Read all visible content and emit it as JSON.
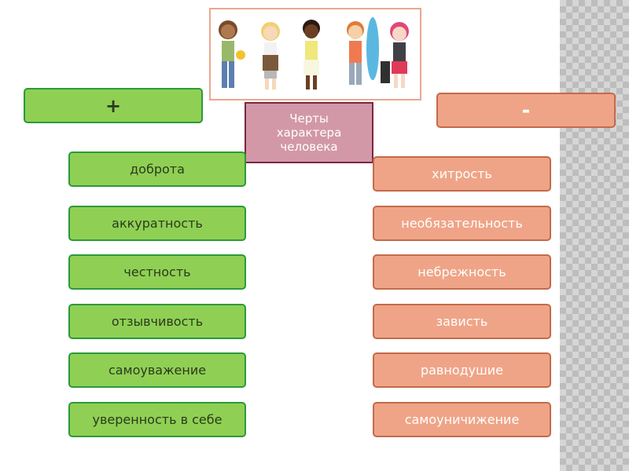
{
  "header": {
    "positive": "+",
    "negative": "-"
  },
  "center": {
    "lines": [
      "Черты",
      "характера",
      "человека"
    ]
  },
  "positive_traits": [
    "доброта",
    "аккуратность",
    "честность",
    "отзывчивость",
    "самоуважение",
    "уверенность в себе"
  ],
  "negative_traits": [
    "хитрость",
    "необязательность",
    "небрежность",
    "зависть",
    "равнодушие",
    "самоуничижение"
  ],
  "colors": {
    "positive_fill": "#8fd054",
    "positive_border": "#2a9a3a",
    "negative_fill": "#f0a487",
    "negative_border": "#c46a4b",
    "center_fill": "#d298a8",
    "center_border": "#7a2741"
  },
  "illustration": {
    "icon": "children-group-illustration"
  }
}
